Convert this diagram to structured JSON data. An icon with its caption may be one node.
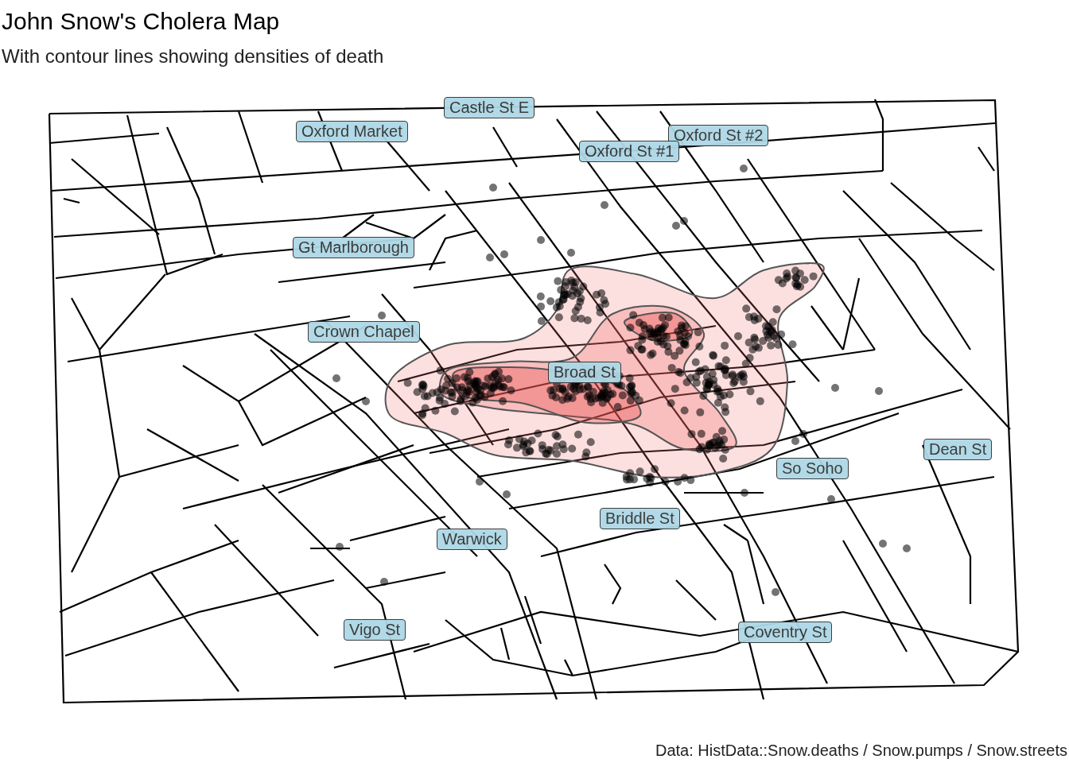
{
  "diagram": {
    "title": "John Snow's Cholera Map",
    "caption": "Data: HistData::Snow.deaths / Snow.pumps / Snow.streets",
    "labels": [
      "With contour lines showing densities of death"
    ],
    "nodes": [
      {
        "text": [
          "Castle St E"
        ]
      },
      {
        "text": [
          "Oxford Market"
        ]
      },
      {
        "text": [
          "Oxford St #2"
        ]
      },
      {
        "text": [
          "Oxford St #1"
        ]
      },
      {
        "text": [
          "Gt Marlborough"
        ]
      },
      {
        "text": [
          "Crown Chapel"
        ]
      },
      {
        "text": [
          "Broad St"
        ]
      },
      {
        "text": [
          "Dean St"
        ]
      },
      {
        "text": [
          "So Soho"
        ]
      },
      {
        "text": [
          "Briddle St"
        ]
      },
      {
        "text": [
          "Warwick"
        ]
      },
      {
        "text": [
          "Vigo St"
        ]
      },
      {
        "text": [
          "Coventry St"
        ]
      }
    ]
  }
}
